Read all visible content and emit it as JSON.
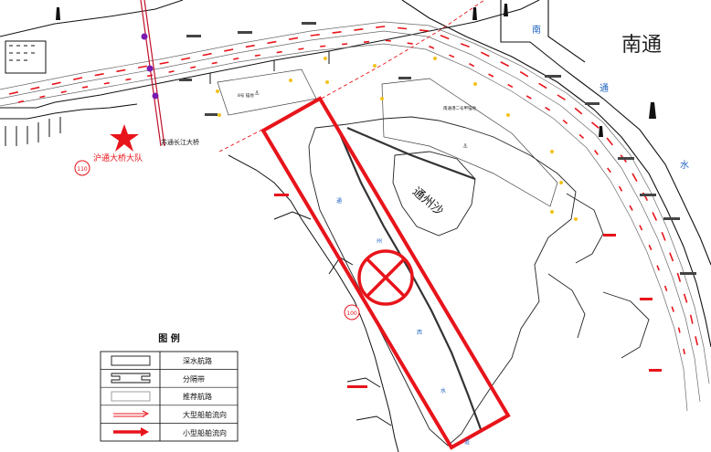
{
  "region_title": "南通",
  "water_labels": {
    "nantong_shui_1": "南",
    "nantong_shui_2": "通",
    "nantong_shui_3": "水",
    "tongzhou_sha": "通州沙",
    "tongzhou_channel_1": "通",
    "tongzhou_channel_2": "州",
    "tongzhou_channel_3": "西",
    "tongzhou_channel_4": "水",
    "tongzhou_channel_5": "道"
  },
  "bridge": {
    "name": "苏通长江大桥",
    "team": "沪通大桥大队",
    "team_code": "110"
  },
  "prohibited_zone": {
    "code": "100"
  },
  "anchorages": [
    {
      "label": "8号 锚地"
    },
    {
      "label": "南通港二号甲锚地"
    }
  ],
  "legend": {
    "title": "图 例",
    "items": [
      {
        "label": "深水航路"
      },
      {
        "label": "分隔带"
      },
      {
        "label": "推荐航路"
      },
      {
        "label": "大型船舶流向"
      },
      {
        "label": "小型船舶流向"
      }
    ]
  },
  "colors": {
    "zone_red": "#e8141b",
    "shore": "#111111",
    "route": "#555555",
    "blue_text": "#1f63c0"
  },
  "icons": [
    "lighthouse-icon",
    "anchor-icon",
    "buoy-icon",
    "star-icon",
    "no-entry-icon"
  ]
}
